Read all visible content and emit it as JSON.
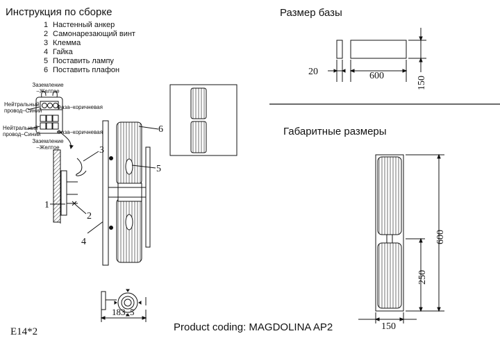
{
  "instructions": {
    "title": "Инструкция по сборке",
    "steps": [
      {
        "num": "1",
        "text": "Настенный анкер"
      },
      {
        "num": "2",
        "text": "Самонарезающий винт"
      },
      {
        "num": "3",
        "text": "Клемма"
      },
      {
        "num": "4",
        "text": "Гайка"
      },
      {
        "num": "5",
        "text": "Поставить лампу"
      },
      {
        "num": "6",
        "text": "Поставить плафон"
      }
    ]
  },
  "wiring": {
    "ground_top": "Заземление –Желтое",
    "neutral_top": "Нейтральный провод–Синий",
    "phase_top": "Фаза–коричневая",
    "neutral_bottom": "Нейтральный провод–Синий",
    "phase_bottom": "Фаза–коричневая",
    "ground_bottom": "Заземление –Желтое"
  },
  "callouts": {
    "c1": "1",
    "c2": "2",
    "c3": "3",
    "c4": "4",
    "c5": "5",
    "c6": "6"
  },
  "base_size": {
    "title": "Размер базы",
    "depth": "20",
    "width": "600",
    "height": "150"
  },
  "overall_size": {
    "title": "Габаритные размеры",
    "height": "600",
    "center_height": "250",
    "width": "150"
  },
  "side_depth": "183, 5",
  "lamp_spec": "E14*2",
  "product_coding": "Product coding: MAGDOLINA AP2"
}
